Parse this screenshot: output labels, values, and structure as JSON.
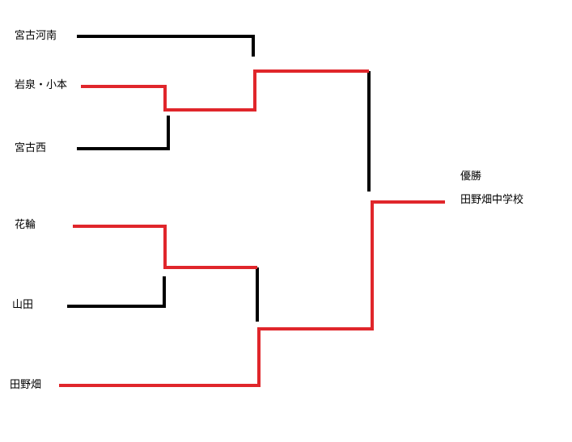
{
  "teams": [
    {
      "id": "miyako-kanan",
      "name": "宮古河南"
    },
    {
      "id": "iwaizumi-omoto",
      "name": "岩泉・小本"
    },
    {
      "id": "miyako-nishi",
      "name": "宮古西"
    },
    {
      "id": "hanawa",
      "name": "花輪"
    },
    {
      "id": "yamada",
      "name": "山田"
    },
    {
      "id": "tanohata",
      "name": "田野畑"
    }
  ],
  "champion": {
    "title": "優勝",
    "name": "田野畑中学校"
  },
  "colors": {
    "winner_path": "#e0262b",
    "loser_path": "#000000",
    "background": "#ffffff"
  }
}
